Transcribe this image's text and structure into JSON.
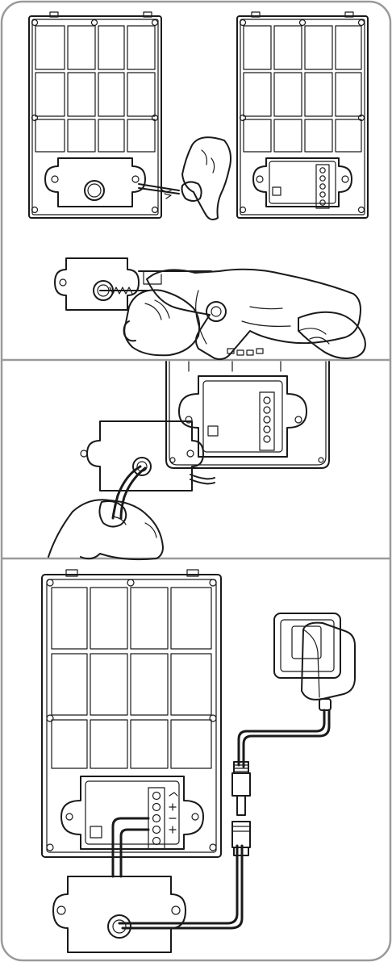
{
  "title": "",
  "panels": [
    {
      "id": "panel-1",
      "caption": "",
      "step": ""
    },
    {
      "id": "panel-2",
      "caption": "",
      "step": ""
    },
    {
      "id": "panel-3",
      "caption": "",
      "step": ""
    }
  ],
  "terminal_labels": [
    "",
    "",
    "",
    "",
    ""
  ],
  "colors": {
    "ink": "#1a1a1a",
    "frame": "#9a9a9a",
    "paper": "#ffffff",
    "cable": "#1a1a1a"
  },
  "icons": [
    "screwdriver-icon",
    "drill-icon",
    "hand-icon",
    "power-adapter-icon",
    "wall-socket-icon",
    "cable-icon"
  ]
}
